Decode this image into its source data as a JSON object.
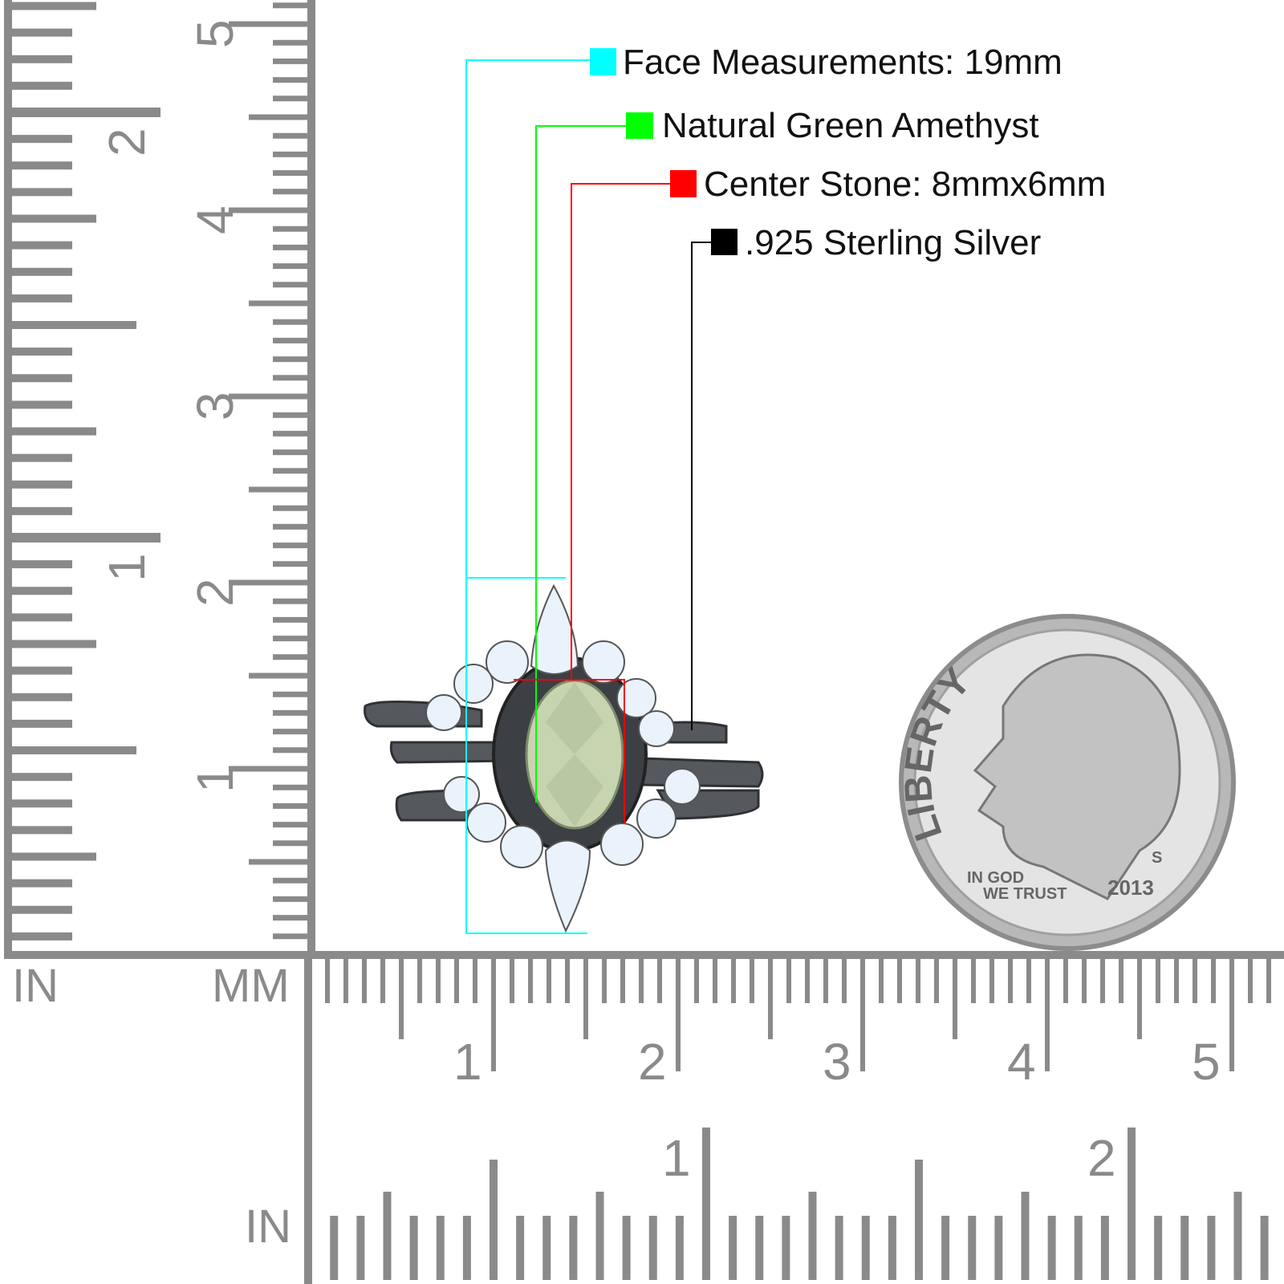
{
  "legend": [
    {
      "label": "Face Measurements: 19mm",
      "color": "#00ffff"
    },
    {
      "label": "Natural Green Amethyst",
      "color": "#00ff00"
    },
    {
      "label": "Center Stone: 8mmx6mm",
      "color": "#ff0000"
    },
    {
      "label": ".925 Sterling Silver",
      "color": "#000000"
    }
  ],
  "ruler": {
    "unit_in": "IN",
    "unit_mm": "MM",
    "unit_in_bottom": "IN",
    "vertical_cm_numbers": [
      "1",
      "2",
      "3",
      "4",
      "5"
    ],
    "vertical_in_numbers": [
      "1",
      "2"
    ],
    "horizontal_cm_numbers": [
      "1",
      "2",
      "3",
      "4",
      "5"
    ],
    "horizontal_in_numbers": [
      "1",
      "2"
    ],
    "color": "#8a8a8a"
  },
  "coin": {
    "motto_top": "LIBERTY",
    "motto_bottom_1": "IN GOD",
    "motto_bottom_2": "WE TRUST",
    "year": "2013",
    "mint_mark": "S"
  },
  "ring": {
    "band_color": "#4a4d52",
    "opal_color": "#e8f2fb",
    "center_stone_color": "#c6d4b0"
  }
}
